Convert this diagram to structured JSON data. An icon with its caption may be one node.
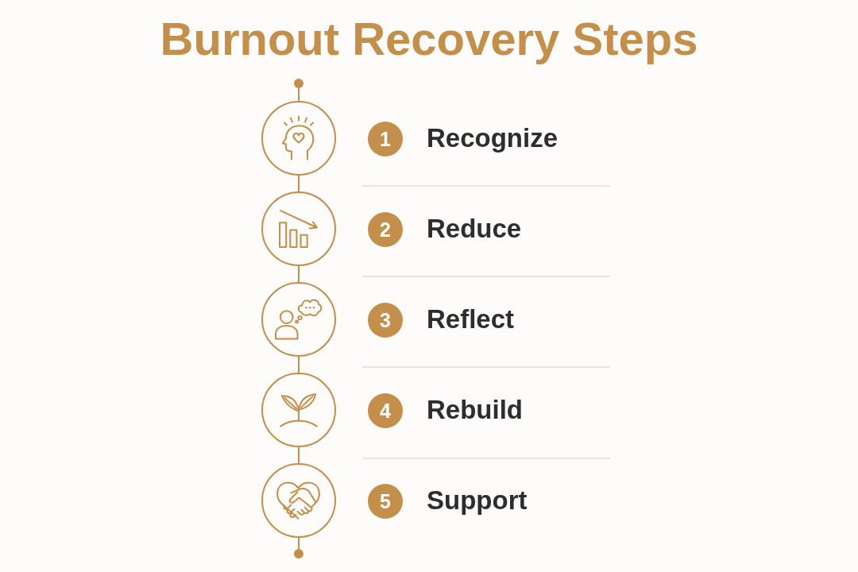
{
  "diagram": {
    "title": "Burnout Recovery Steps",
    "nodes": [
      {
        "text": [],
        "shape": "circle"
      },
      {
        "text": [],
        "shape": "circle"
      },
      {
        "text": [
          "1"
        ],
        "beside": [
          "Recognize"
        ]
      },
      {
        "text": [],
        "shape": "circle"
      },
      {
        "text": [
          "2"
        ],
        "beside": [
          "Reduce"
        ]
      },
      {
        "text": [],
        "shape": "circle"
      },
      {
        "text": [
          "3"
        ],
        "beside": [
          "Reflect"
        ]
      },
      {
        "text": [],
        "shape": "circle"
      },
      {
        "text": [
          "4"
        ],
        "beside": [
          "Rebuild"
        ]
      },
      {
        "text": [],
        "shape": "circle"
      },
      {
        "text": [
          "5"
        ],
        "beside": [
          "Support"
        ]
      },
      {
        "text": [],
        "shape": "circle"
      }
    ],
    "edges": [
      {
        "from": 0,
        "to": 1,
        "arrow": "none"
      },
      {
        "from": 1,
        "to": 3,
        "arrow": "none"
      },
      {
        "from": 3,
        "to": 5,
        "arrow": "none"
      },
      {
        "from": 5,
        "to": 7,
        "arrow": "none"
      },
      {
        "from": 7,
        "to": 9,
        "arrow": "none"
      },
      {
        "from": 9,
        "to": 11,
        "arrow": "none"
      }
    ]
  }
}
